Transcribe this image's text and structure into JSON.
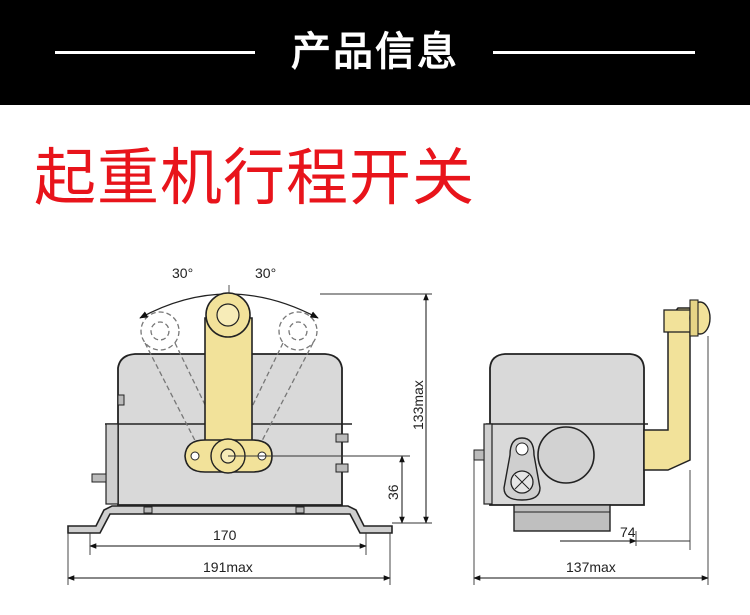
{
  "banner": {
    "title": "产品信息"
  },
  "product": {
    "title": "起重机行程开关"
  },
  "drawing": {
    "front_view": {
      "angle_left": "30°",
      "angle_right": "30°",
      "height_total": "133max",
      "height_shaft": "36",
      "width_mount": "170",
      "width_total": "191max"
    },
    "side_view": {
      "width_lever": "74",
      "width_total": "137max"
    }
  },
  "colors": {
    "banner_bg": "#000000",
    "banner_text": "#ffffff",
    "title_red": "#e8141b",
    "housing": "#d9d9d9",
    "lever": "#f2e29a"
  }
}
